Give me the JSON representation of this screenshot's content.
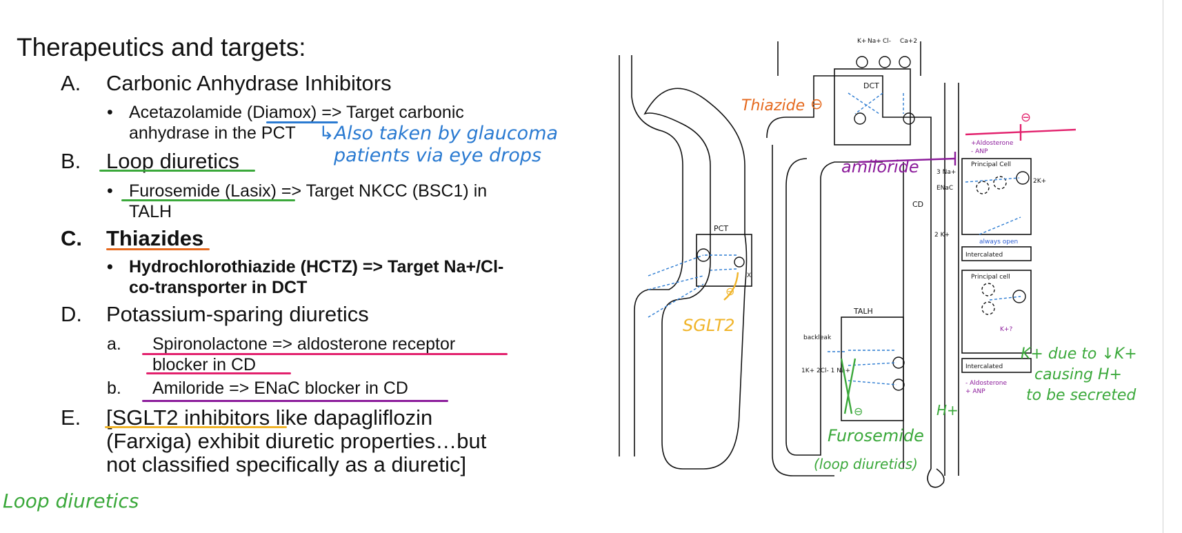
{
  "title": "Therapeutics and targets:",
  "sections": [
    {
      "letter": "A.",
      "heading": "Carbonic Anhydrase Inhibitors",
      "items": [
        {
          "bullet": "•",
          "line1": "Acetazolamide (Diamox) => Target carbonic",
          "line2": "anhydrase in the PCT"
        }
      ]
    },
    {
      "letter": "B.",
      "heading": "Loop diuretics",
      "items": [
        {
          "bullet": "•",
          "line1": "Furosemide (Lasix) => Target NKCC (BSC1) in",
          "line2": "TALH"
        }
      ]
    },
    {
      "letter": "C.",
      "heading": "Thiazides",
      "items": [
        {
          "bullet": "•",
          "line1": "Hydrochlorothiazide (HCTZ) => Target Na+/Cl-",
          "line2": "co-transporter in DCT"
        }
      ]
    },
    {
      "letter": "D.",
      "heading": "Potassium-sparing diuretics",
      "items": [
        {
          "bullet": "a.",
          "line1": "Spironolactone => aldosterone receptor",
          "line2": "blocker in CD"
        },
        {
          "bullet": "b.",
          "line1": "Amiloride => ENaC blocker in CD",
          "line2": ""
        }
      ]
    },
    {
      "letter": "E.",
      "heading": "[SGLT2 inhibitors like dapagliflozin",
      "line2": "(Farxiga) exhibit diuretic properties…but",
      "line3": "not classified specifically as a diuretic]"
    }
  ],
  "handwritten": {
    "glaucoma_line1": "↳Also taken by glaucoma",
    "glaucoma_line2": "patients via eye drops",
    "bottom_note": "Loop diuretics",
    "thiazide": "Thiazide",
    "thiazide_minus": "⊖",
    "amiloride": "amiloride",
    "spiro_minus": "⊖",
    "sglt2": "SGLT2",
    "sglt2_minus": "⊖",
    "furosemide": "Furosemide",
    "loop_diuretics": "(loop diuretics)",
    "furosemide_minus": "⊖",
    "k_note_line1": "K+ due to ↓K+",
    "k_note_line2": "causing H+",
    "k_note_line3": "to be secreted",
    "h_plus": "H+"
  },
  "diagram_labels": {
    "dct": "DCT",
    "cd": "CD",
    "pct": "PCT",
    "talh": "TALH",
    "principal_cell": "Principal Cell",
    "principal_cell_2": "Principal cell",
    "intercalated": "Intercalated",
    "intercalated_2": "Intercalated",
    "enac": "ENaC",
    "three_na": "3 Na+",
    "two_k": "2K+",
    "two_k_left": "2 K+",
    "always_open": "always open",
    "aldosterone_plus": "+Aldosterone",
    "anp_minus": "- ANP",
    "aldosterone_minus": "- Aldosterone",
    "anp_plus": "+ ANP",
    "backleak": "backleak",
    "nkcc_labels": "1K+ 2Cl- 1 Na+",
    "k_plus": "K+",
    "na_plus": "Na+",
    "cl_minus": "Cl-",
    "ca_plus2": "Ca+2",
    "x": "X",
    "k_question": "K+?"
  },
  "colors": {
    "blue": "#2a7ad1",
    "green": "#3aa83a",
    "orange": "#e5691e",
    "purple": "#8b1a9a",
    "pink": "#e2206c",
    "yellow": "#f0b429"
  }
}
